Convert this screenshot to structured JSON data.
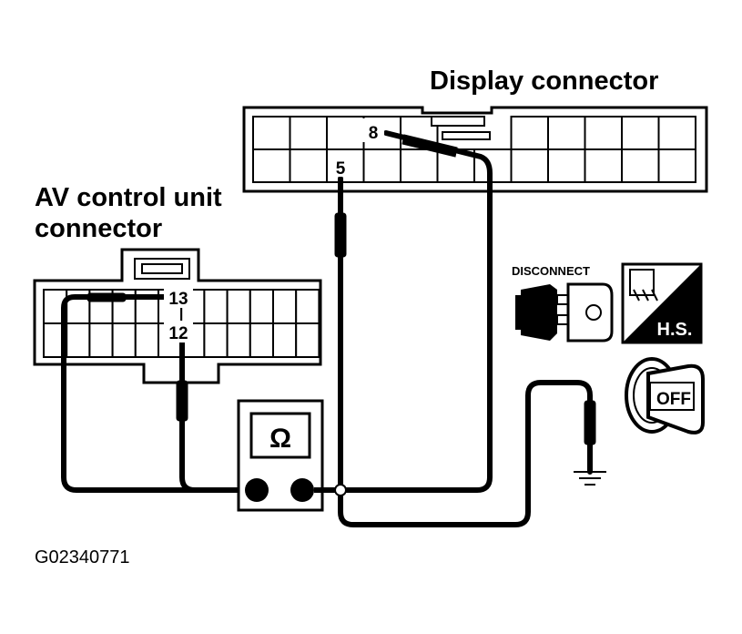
{
  "labels": {
    "display_connector": "Display connector",
    "av_connector_line1": "AV control unit",
    "av_connector_line2": "connector",
    "figure_id": "G02340771"
  },
  "pins": {
    "display_pin_8": "8",
    "display_pin_5": "5",
    "av_pin_13": "13",
    "av_pin_12": "12"
  },
  "meter": {
    "symbol": "Ω"
  },
  "icons": {
    "disconnect_label": "DISCONNECT",
    "hs_label": "H.S.",
    "ignition_label": "OFF",
    "disconnect_icon": "disconnect-connector-icon",
    "hs_icon": "harness-side-icon",
    "ignition_icon": "ignition-switch-off-icon",
    "ground_icon": "ground-symbol-icon"
  }
}
